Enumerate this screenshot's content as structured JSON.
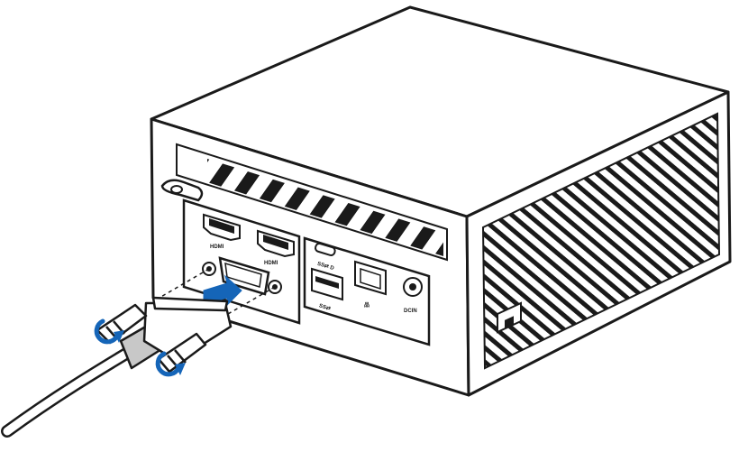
{
  "illustration": {
    "labels": {
      "hdmi_1": "HDMI",
      "hdmi_2": "HDMI",
      "usb_c": "SS⇄ D",
      "usb_a": "SS⇄",
      "lan": "品",
      "dcin": "DCIN"
    },
    "colors": {
      "outline": "#1a1a1a",
      "body": "#ffffff",
      "hatch": "#1a1a1a",
      "arrow": "#1565b8",
      "cable_shade": "#c8c8c8"
    },
    "icons": [
      "hdmi-port-icon",
      "usb-c-port-icon",
      "usb-a-port-icon",
      "ethernet-port-icon",
      "dc-in-port-icon",
      "vga-port-icon",
      "vga-cable-icon",
      "insert-arrow-icon",
      "tighten-screw-arrow-icon",
      "kensington-lock-icon"
    ]
  }
}
